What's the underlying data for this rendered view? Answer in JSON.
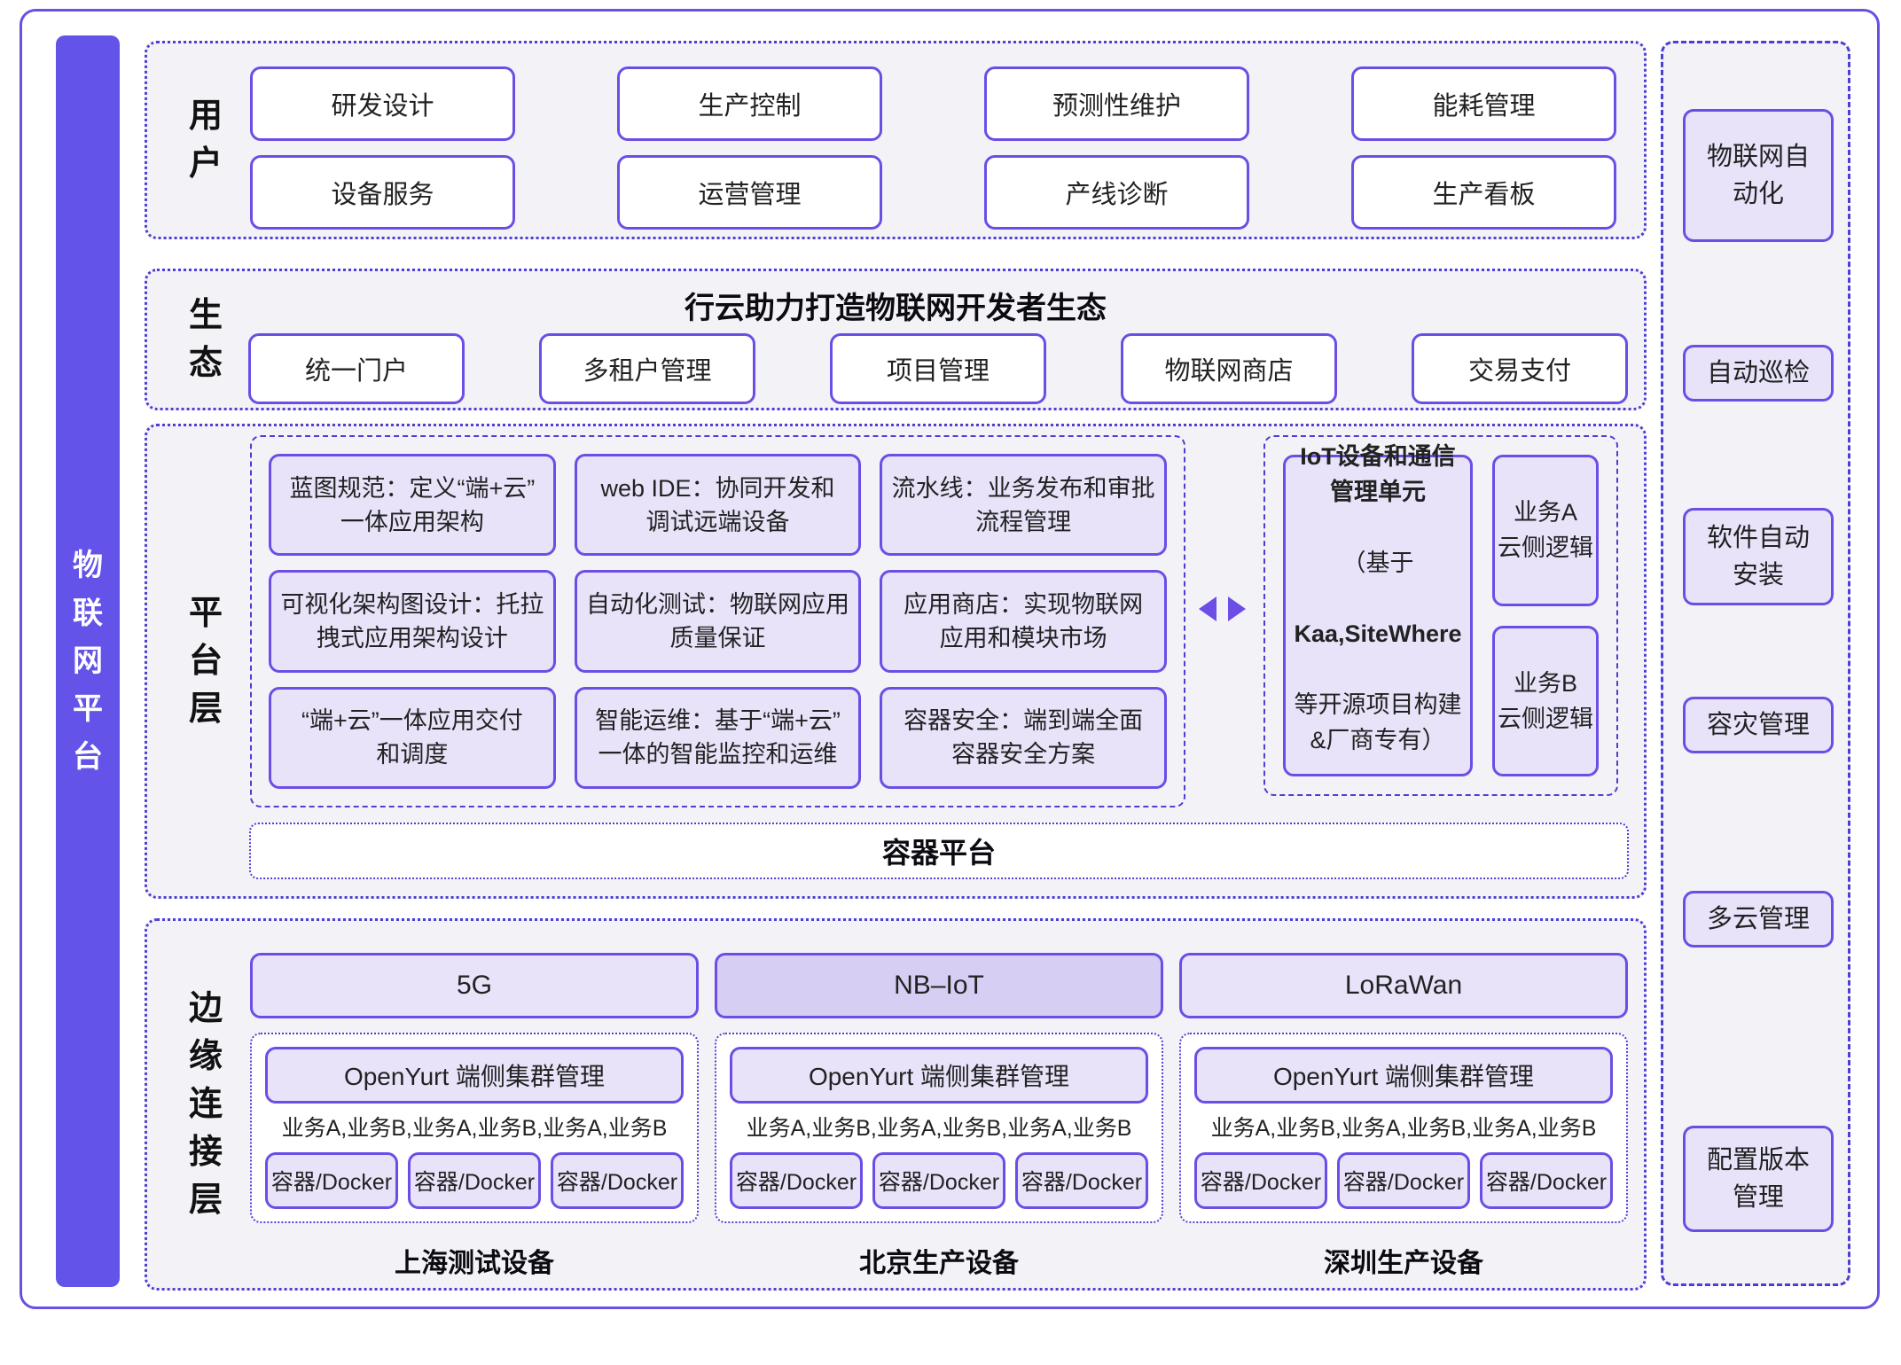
{
  "colors": {
    "accent": "#6C4EE6",
    "bar_fill": "#6353E9",
    "dashed_border": "#4D3FD4",
    "box_fill_light": "#E8E3F9",
    "box_fill_highlight": "#D7CFF3",
    "section_bg": "#F3F3F7"
  },
  "left_bar": {
    "title": "物\n联\n网\n平\n台"
  },
  "users": {
    "label": "用\n户",
    "boxes": [
      "研发设计",
      "生产控制",
      "预测性维护",
      "能耗管理",
      "设备服务",
      "运营管理",
      "产线诊断",
      "生产看板"
    ]
  },
  "ecosystem": {
    "label": "生\n态",
    "title": "行云助力打造物联网开发者生态",
    "boxes": [
      "统一门户",
      "多租户管理",
      "项目管理",
      "物联网商店",
      "交易支付"
    ]
  },
  "platform": {
    "label": "平\n台\n层",
    "grid": [
      "蓝图规范：定义“端+云”\n一体应用架构",
      "web IDE：协同开发和\n调试远端设备",
      "流水线：业务发布和审批\n流程管理",
      "可视化架构图设计：托拉\n拽式应用架构设计",
      "自动化测试：物联网应用\n质量保证",
      "应用商店：实现物联网\n应用和模块市场",
      "“端+云”一体应用交付\n和调度",
      "智能运维：基于“端+云”\n一体的智能监控和运维",
      "容器安全：端到端全面\n容器安全方案"
    ],
    "iot_unit": {
      "title": "IoT设备和通信\n管理单元",
      "body_pre": "（基于",
      "body_bold": "Kaa,SiteWhere",
      "body_post": "等开源项目构建\n&厂商专有）"
    },
    "cloud_logic_a": "业务A\n云侧逻辑",
    "cloud_logic_b": "业务B\n云侧逻辑",
    "container_platform": "容器平台"
  },
  "edge": {
    "label": "边\n缘\n连\n接\n层",
    "cluster_label": "OpenYurt 端侧集群管理",
    "services_line": "业务A,业务B,业务A,业务B,业务A,业务B",
    "docker_label": "容器/Docker",
    "columns": [
      {
        "protocol": "5G",
        "caption": "上海测试设备"
      },
      {
        "protocol": "NB–IoT",
        "caption": "北京生产设备"
      },
      {
        "protocol": "LoRaWan",
        "caption": "深圳生产设备"
      }
    ]
  },
  "right_rail": {
    "items": [
      "物联网自\n动化",
      "自动巡检",
      "软件自动\n安装",
      "容灾管理",
      "多云管理",
      "配置版本\n管理"
    ]
  }
}
